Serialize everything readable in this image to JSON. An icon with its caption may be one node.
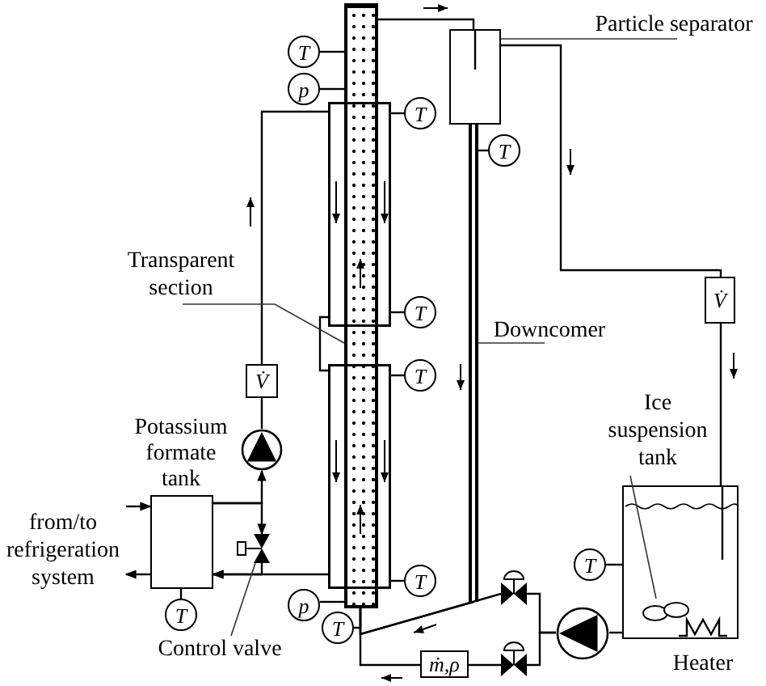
{
  "diagram": {
    "nodes": [
      {
        "text": [],
        "shape": "box"
      },
      {
        "text": [
          "T"
        ]
      },
      {
        "text": [
          "Particle separator"
        ]
      },
      {
        "text": [],
        "shape": "box"
      },
      {
        "text": [],
        "shape": "bar"
      },
      {
        "text": [
          "p"
        ]
      },
      {
        "text": [],
        "shape": "box"
      },
      {
        "text": [
          "T"
        ]
      },
      {
        "text": [
          "T"
        ]
      },
      {
        "text": [
          "Transparent section"
        ]
      },
      {
        "text": [
          "V̇"
        ]
      },
      {
        "text": [
          "T"
        ]
      },
      {
        "text": [
          "Downcomer"
        ]
      },
      {
        "text": [],
        "shape": "box"
      },
      {
        "text": [
          "V̇"
        ]
      },
      {
        "text": [
          "T"
        ]
      },
      {
        "text": [
          "Ice suspension tank"
        ]
      },
      {
        "text": [],
        "shape": "pump"
      },
      {
        "text": [],
        "shape": "box"
      },
      {
        "text": [],
        "shape": "box"
      },
      {
        "text": [],
        "shape": "valve"
      },
      {
        "text": [
          "T"
        ]
      },
      {
        "text": [
          "T"
        ]
      },
      {
        "text": [],
        "shape": "valve"
      },
      {
        "text": [
          "p"
        ]
      },
      {
        "text": [],
        "shape": "propeller",
        "in": 18
      },
      {
        "text": [
          "T"
        ]
      },
      {
        "text": [
          "T"
        ]
      },
      {
        "text": [],
        "shape": "pump"
      },
      {
        "text": [
          "Control valve"
        ]
      },
      {
        "text": [],
        "shape": "valve"
      },
      {
        "text": [
          "ṁ,ρ"
        ]
      },
      {
        "text": [
          "from/to refrigeration system"
        ]
      }
    ],
    "edges": [
      {
        "from": 0,
        "to": 3,
        "arrow": "none"
      },
      {
        "from": 3,
        "to": 10,
        "arrow": "none"
      },
      {
        "from": 10,
        "to": 18,
        "arrow": "none"
      },
      {
        "from": 18,
        "to": 28,
        "arrow": "none"
      },
      {
        "from": 28,
        "to": 23,
        "arrow": "none"
      },
      {
        "from": 28,
        "to": 30,
        "arrow": "none"
      },
      {
        "from": 23,
        "to": 0,
        "arrow": "none"
      },
      {
        "from": 4,
        "to": 0,
        "arrow": "none"
      },
      {
        "from": 30,
        "to": 31,
        "arrow": "none"
      },
      {
        "from": 31,
        "to": 0,
        "arrow": "none"
      },
      {
        "from": 19,
        "to": 17,
        "arrow": "to"
      },
      {
        "from": 19,
        "to": 20,
        "arrow": "to"
      },
      {
        "from": 17,
        "to": 14,
        "arrow": "none"
      },
      {
        "from": 14,
        "to": 6,
        "arrow": "none"
      },
      {
        "from": 6,
        "to": 13,
        "arrow": "none"
      },
      {
        "from": 13,
        "to": 19,
        "arrow": "to"
      },
      {
        "from": 20,
        "to": 19,
        "arrow": "to"
      },
      {
        "from": 32,
        "to": 19,
        "arrow": "to"
      },
      {
        "from": 19,
        "to": 32,
        "arrow": "to"
      },
      {
        "from": 2,
        "to": 3,
        "arrow": "none"
      },
      {
        "from": 9,
        "to": 0,
        "arrow": "none"
      },
      {
        "from": 12,
        "to": 4,
        "arrow": "none"
      },
      {
        "from": 16,
        "to": 25,
        "arrow": "none"
      },
      {
        "from": 29,
        "to": 20,
        "arrow": "none"
      },
      {
        "from": 1,
        "to": 0,
        "arrow": "none"
      },
      {
        "from": 5,
        "to": 0,
        "arrow": "none"
      },
      {
        "from": 7,
        "to": 6,
        "arrow": "none"
      },
      {
        "from": 8,
        "to": 4,
        "arrow": "none"
      },
      {
        "from": 11,
        "to": 6,
        "arrow": "none"
      },
      {
        "from": 15,
        "to": 13,
        "arrow": "none"
      },
      {
        "from": 22,
        "to": 13,
        "arrow": "none"
      },
      {
        "from": 21,
        "to": 18,
        "arrow": "none"
      },
      {
        "from": 24,
        "to": 0,
        "arrow": "none"
      },
      {
        "from": 27,
        "to": 0,
        "arrow": "none"
      },
      {
        "from": 26,
        "to": 19,
        "arrow": "none"
      }
    ],
    "labels": [
      "Potassium formate tank",
      "Heater"
    ]
  }
}
